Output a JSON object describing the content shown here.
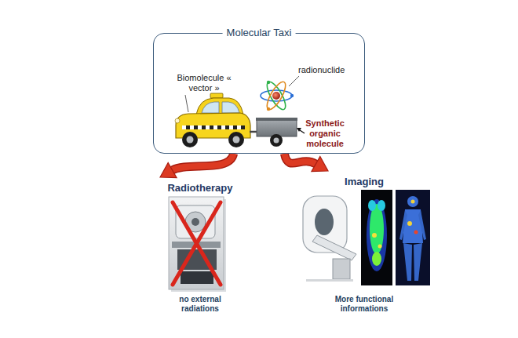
{
  "diagram": {
    "nodes": [
      {
        "text": [
          "Molecular Taxi",
          "Biomolecule « vector »",
          "radionuclide",
          "Synthetic organic molecule"
        ]
      },
      {
        "text": [
          "Radiotherapy",
          "no external radiations"
        ]
      },
      {
        "text": [
          "Imaging",
          "More functional informations"
        ]
      }
    ],
    "edges": [
      {
        "from": 0,
        "to": 1,
        "arrow": "to"
      },
      {
        "from": 0,
        "to": 2,
        "arrow": "to"
      }
    ]
  }
}
